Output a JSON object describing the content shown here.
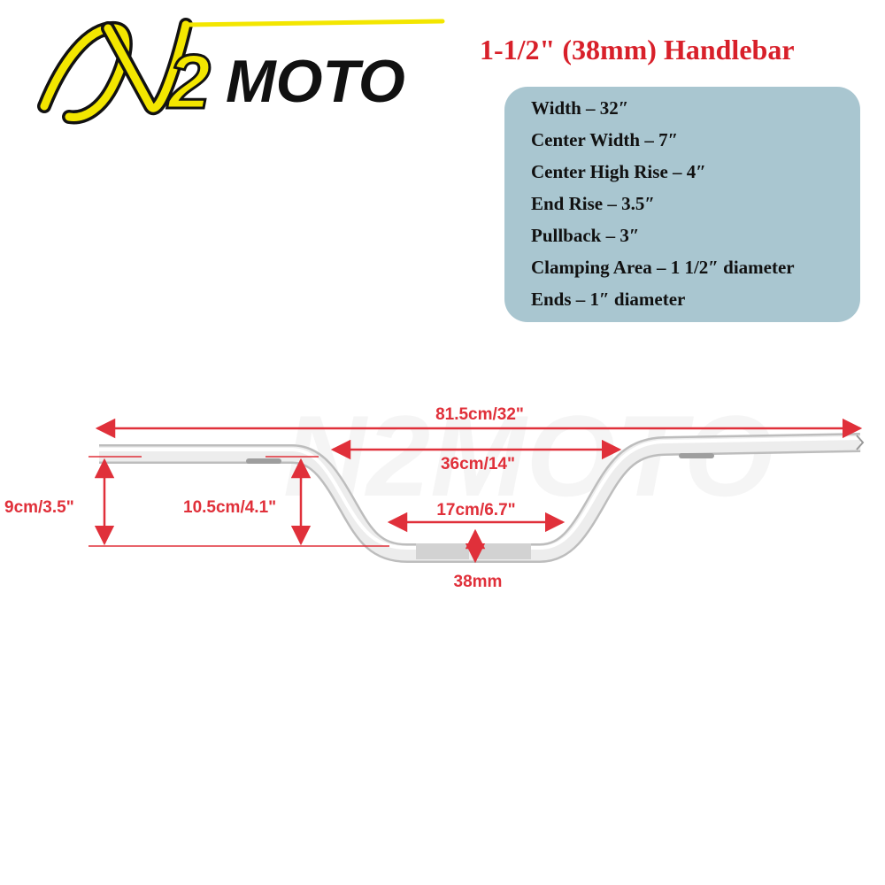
{
  "logo": {
    "brand": "N2MOTO"
  },
  "title": "1-1/2\" (38mm) Handlebar",
  "specs": [
    "Width – 32″",
    "Center Width – 7″",
    "Center High Rise – 4″",
    "End Rise – 3.5″",
    "Pullback – 3″",
    "Clamping Area – 1 1/2″ diameter",
    "Ends – 1″ diameter"
  ],
  "dimensions": {
    "overall_width": "81.5cm/32\"",
    "inner_width": "36cm/14\"",
    "center_width": "17cm/6.7\"",
    "end_rise": "9cm/3.5\"",
    "center_rise": "10.5cm/4.1\"",
    "clamp_diameter": "38mm"
  },
  "colors": {
    "brand_yellow": "#f3e600",
    "title_red": "#d8202a",
    "spec_box": "#a9c6d0",
    "dimension_red": "#e0303a",
    "bar_silver": "#e6e6e6"
  }
}
